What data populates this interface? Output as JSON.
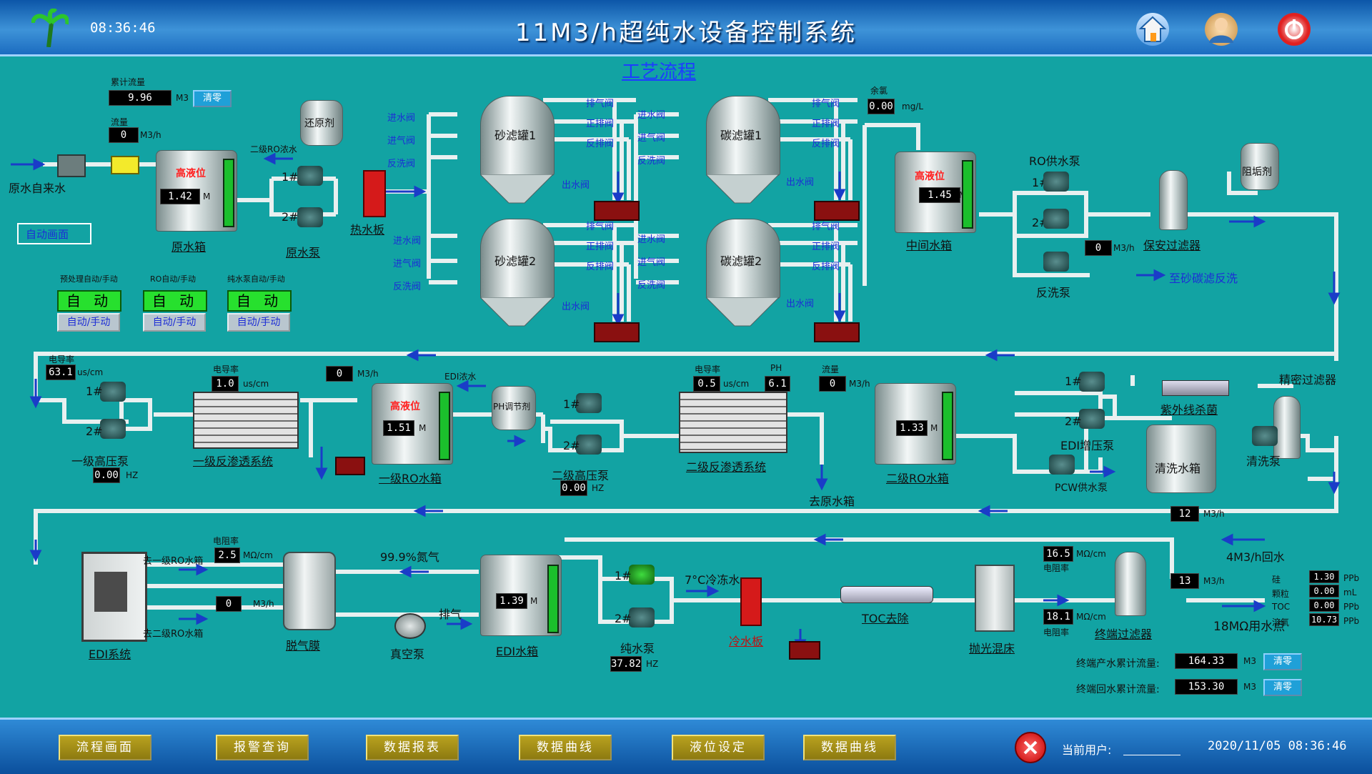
{
  "header": {
    "clock": "08:36:46",
    "title": "11M3/h超纯水设备控制系统"
  },
  "process_title": "工艺流程",
  "raw": {
    "flow_total_label": "累计流量",
    "flow_total": "9.96",
    "flow_total_unit": "M3",
    "clear": "清零",
    "flow_label": "流量",
    "flow": "0",
    "flow_unit": "M3/h",
    "source": "原水自来水",
    "tank_label": "原水箱",
    "tank_level": "1.42",
    "tank_unit": "M",
    "high_level": "高液位",
    "pump_label": "原水泵",
    "return_label": "二级RO浓水",
    "reducer": "还原剂",
    "heat_plate": "热水板"
  },
  "auto_screen": "自动画面",
  "modes": [
    {
      "label": "预处理自动/手动",
      "state": "自  动",
      "btn": "自动/手动"
    },
    {
      "label": "RO自动/手动",
      "state": "自  动",
      "btn": "自动/手动"
    },
    {
      "label": "纯水泵自动/手动",
      "state": "自  动",
      "btn": "自动/手动"
    }
  ],
  "filters": {
    "sand1": "砂滤罐1",
    "sand2": "砂滤罐2",
    "carbon1": "碳滤罐1",
    "carbon2": "碳滤罐2",
    "in_valve": "进水阀",
    "air_valve": "进气阀",
    "back_valve": "反洗阀",
    "exhaust": "排气阀",
    "positive": "正排阀",
    "reverse": "反排阀",
    "out_valve": "出水阀"
  },
  "mid": {
    "chlorine_label": "余氯",
    "chlorine": "0.00",
    "chlorine_unit": "mg/L",
    "tank_label": "中间水箱",
    "tank_level": "1.45",
    "tank_unit": "M",
    "high_level": "高液位",
    "ro_pump": "RO供水泵",
    "backwash_pump": "反洗泵",
    "flow": "0",
    "flow_unit": "M3/h",
    "to_backwash": "至砂碳滤反洗",
    "security_filter": "保安过滤器",
    "antiscalant": "阻垢剂",
    "p1": "1#",
    "p2": "2#"
  },
  "ro1": {
    "cond_label": "电导率",
    "cond": "63.1",
    "cond_unit": "us/cm",
    "pump_label": "一级高压泵",
    "hz": "0.00",
    "hz_unit": "HZ",
    "sys_cond_label": "电导率",
    "sys_cond": "1.0",
    "sys_cond_unit": "us/cm",
    "system": "一级反渗透系统",
    "flow": "0",
    "flow_unit": "M3/h",
    "tank_label": "一级RO水箱",
    "tank_level": "1.51",
    "tank_unit": "M",
    "high_level": "高液位",
    "edi_conc": "EDI浓水",
    "ph_agent": "PH调节剂"
  },
  "ro2": {
    "pump_label": "二级高压泵",
    "hz": "0.00",
    "hz_unit": "HZ",
    "cond_label": "电导率",
    "cond": "0.5",
    "cond_unit": "us/cm",
    "ph_label": "PH",
    "ph": "6.1",
    "flow_label": "流量",
    "flow": "0",
    "flow_unit": "M3/h",
    "system": "二级反渗透系统",
    "to_raw": "去原水箱",
    "tank_label": "二级RO水箱",
    "tank_level": "1.33",
    "tank_unit": "M"
  },
  "edi_boost": {
    "label": "EDI增压泵",
    "pcw": "PCW供水泵",
    "uv": "紫外线杀菌",
    "fine_filter": "精密过滤器",
    "clean_tank": "清洗水箱",
    "clean_pump": "清洗泵"
  },
  "edi": {
    "label": "EDI系统",
    "res_label": "电阻率",
    "res": "2.5",
    "res_unit": "MΩ/cm",
    "to_ro1": "去一级RO水箱",
    "to_ro2": "去二级RO水箱",
    "flow": "0",
    "flow_unit": "M3/h",
    "degas": "脱气膜",
    "vacuum": "真空泵",
    "nitrogen": "99.9%氮气",
    "exhaust": "排气",
    "tank_label": "EDI水箱",
    "tank_level": "1.39",
    "tank_unit": "M",
    "pure_pump": "纯水泵",
    "pure_hz": "37.82",
    "pure_hz_unit": "HZ",
    "chilled": "7°C冷冻水",
    "cooling": "冷水板",
    "toc": "TOC去除",
    "polish": "抛光混床"
  },
  "return": {
    "flow": "12",
    "flow_unit": "M3/h",
    "label": "4M3/h回水",
    "res1": "16.5",
    "res_unit": "MΩ/cm",
    "res_label": "电阻率",
    "res2": "18.1",
    "final_filter": "终端过滤器",
    "flow2": "13",
    "flow2_unit": "M3/h",
    "point": "18MΩ用水点"
  },
  "quality": [
    {
      "label": "硅",
      "value": "1.30",
      "unit": "PPb"
    },
    {
      "label": "颗粒",
      "value": "0.00",
      "unit": "mL"
    },
    {
      "label": "TOC",
      "value": "0.00",
      "unit": "PPb"
    },
    {
      "label": "溶氧",
      "value": "10.73",
      "unit": "PPb"
    }
  ],
  "totals": [
    {
      "label": "终端产水累计流量:",
      "value": "164.33",
      "unit": "M3",
      "clear": "清零"
    },
    {
      "label": "终端回水累计流量:",
      "value": "153.30",
      "unit": "M3",
      "clear": "清零"
    }
  ],
  "nav": [
    "流程画面",
    "报警查询",
    "数据报表",
    "数据曲线",
    "液位设定",
    "数据曲线"
  ],
  "footer": {
    "user_label": "当前用户:",
    "datetime": "2020/11/05  08:36:46"
  }
}
